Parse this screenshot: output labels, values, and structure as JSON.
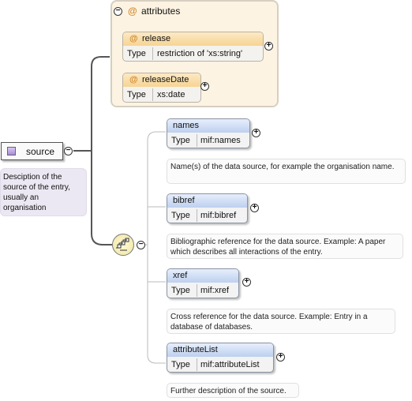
{
  "root": {
    "name": "source",
    "doc": "Desciption of the source of the entry, usually an organisation"
  },
  "attributes": {
    "header": "attributes",
    "at_symbol": "@",
    "items": [
      {
        "name": "release",
        "type_key": "Type",
        "type_value": "restriction of 'xs:string'"
      },
      {
        "name": "releaseDate",
        "type_key": "Type",
        "type_value": "xs:date"
      }
    ]
  },
  "sequence": {
    "icon": "sequence-compositor-icon"
  },
  "children": [
    {
      "name": "names",
      "type_key": "Type",
      "type_value": "mif:names",
      "doc": "Name(s) of the data source, for example the organisation name."
    },
    {
      "name": "bibref",
      "type_key": "Type",
      "type_value": "mif:bibref",
      "doc": "Bibliographic reference for the data source. Example: A paper which describes all interactions of the entry."
    },
    {
      "name": "xref",
      "type_key": "Type",
      "type_value": "mif:xref",
      "doc": "Cross reference for the data source. Example: Entry in a database of databases."
    },
    {
      "name": "attributeList",
      "type_key": "Type",
      "type_value": "mif:attributeList",
      "doc": "Further description of the source."
    }
  ],
  "symbols": {
    "minus": "−",
    "plus": "+"
  }
}
